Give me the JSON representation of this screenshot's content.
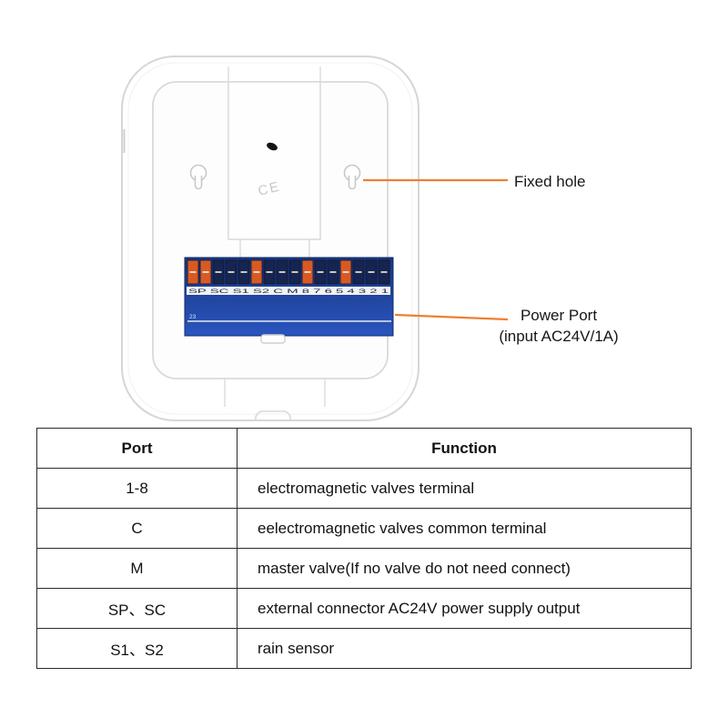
{
  "annotations": {
    "fixed_hole": "Fixed hole",
    "power_port_line1": "Power Port",
    "power_port_line2": "(input AC24V/1A)"
  },
  "device": {
    "ce_mark": "CE",
    "terminal_labels": "SP SC S1 S2 C M 8 7 6 5 4 3 2 1",
    "block_mark": "23"
  },
  "table": {
    "headers": {
      "port": "Port",
      "function": "Function"
    },
    "rows": [
      {
        "port": "1-8",
        "function": "electromagnetic valves terminal"
      },
      {
        "port": "C",
        "function": "eelectromagnetic valves  common terminal"
      },
      {
        "port": "M",
        "function": "master valve(If no valve do not need connect)"
      },
      {
        "port": "SP、SC",
        "function": "external connector AC24V power supply output"
      },
      {
        "port": "S1、S2",
        "function": "rain sensor"
      }
    ]
  },
  "colors": {
    "accent_orange": "#ef7e33",
    "terminal_blue": "#1d3f9a",
    "terminal_orange": "#d85a22",
    "terminal_dark": "#17244e"
  }
}
